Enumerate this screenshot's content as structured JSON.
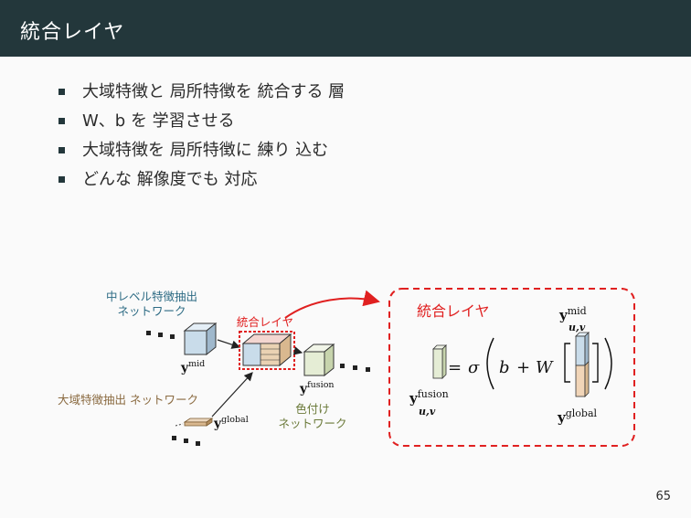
{
  "slide": {
    "title": "統合レイヤ",
    "bullets": [
      "大域特徴と 局所特徴を 統合する 層",
      "W、b を 学習させる",
      "大域特徴を 局所特徴に 練り 込む",
      "どんな 解像度でも 対応"
    ],
    "page_number": "65"
  },
  "figure": {
    "mid_network_label": [
      "中レベル特徴抽出",
      "ネットワーク"
    ],
    "global_network_label": "大域特徴抽出 ネットワーク",
    "fusion_layer_label": "統合レイヤ",
    "color_network_label": [
      "色付け",
      "ネットワーク"
    ],
    "y_symbol": "y",
    "mid_sup": "mid",
    "global_sup": "global",
    "fusion_sup": "fusion",
    "uv_sub": "u,v",
    "equation": {
      "title": "統合レイヤ",
      "equals": "=",
      "sigma": "σ",
      "b": "b",
      "plus": "+",
      "W": "W"
    },
    "colors": {
      "accent_red": "#e02020",
      "mid_blue": "#c9dcea",
      "global_tan": "#d9b88f",
      "fusion_green": "#e5edd5",
      "brown": "#8a6a40",
      "teal": "#2d6b84"
    }
  }
}
